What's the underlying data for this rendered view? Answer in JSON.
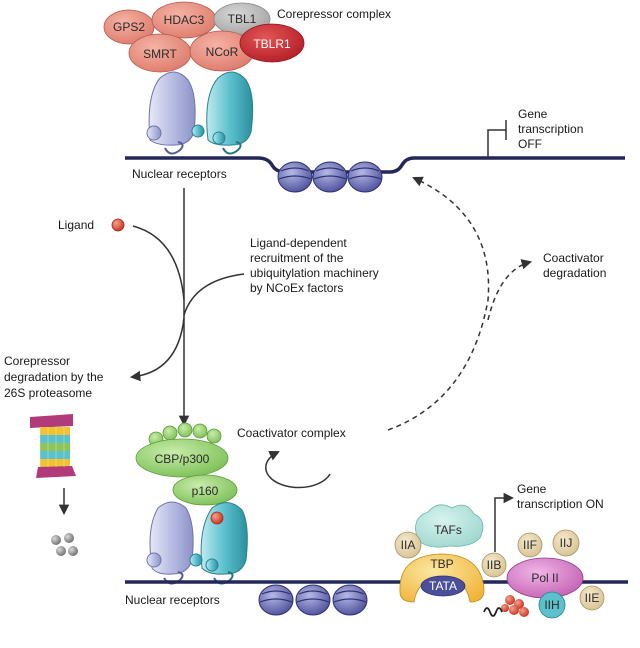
{
  "corepressor": {
    "title": "Corepressor complex",
    "proteins": [
      "GPS2",
      "HDAC3",
      "TBL1",
      "SMRT",
      "NCoR",
      "TBLR1"
    ]
  },
  "receptors_top": "Nuclear receptors",
  "gene_off": [
    "Gene",
    "transcription",
    "OFF"
  ],
  "ligand": "Ligand",
  "recruitment": [
    "Ligand-dependent",
    "recruitment of the",
    "ubiquitylation machinery",
    "by NCoEx factors"
  ],
  "coact_degradation": [
    "Coactivator",
    "degradation"
  ],
  "corep_degradation": [
    "Corepressor",
    "degradation by the",
    "26S proteasome"
  ],
  "coactivator": {
    "title": "Coactivator complex",
    "proteins": [
      "CBP/p300",
      "p160"
    ]
  },
  "receptors_bottom": "Nuclear receptors",
  "gene_on": [
    "Gene",
    "transcription ON"
  ],
  "machinery": {
    "tafs": "TAFs",
    "iia": "IIA",
    "tbp": "TBP",
    "tata": "TATA",
    "iib": "IIB",
    "iif": "IIF",
    "iij": "IIJ",
    "pol2": "Pol II",
    "iih": "IIH",
    "iie": "IIE"
  }
}
